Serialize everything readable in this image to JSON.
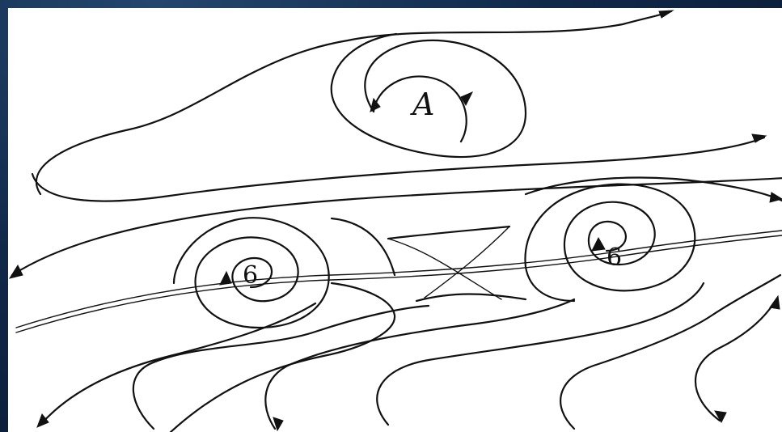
{
  "diagram": {
    "labels": {
      "high_center": "A",
      "left_vortex": "6",
      "right_vortex": "6"
    },
    "colors": {
      "ink": "#111111",
      "paper": "#ffffff",
      "frame": "#10284a"
    },
    "elements": {
      "vortices": [
        "high-vortex-a",
        "cyclonic-vortex-left",
        "cyclonic-vortex-right"
      ],
      "col": "saddle-point-col"
    }
  }
}
